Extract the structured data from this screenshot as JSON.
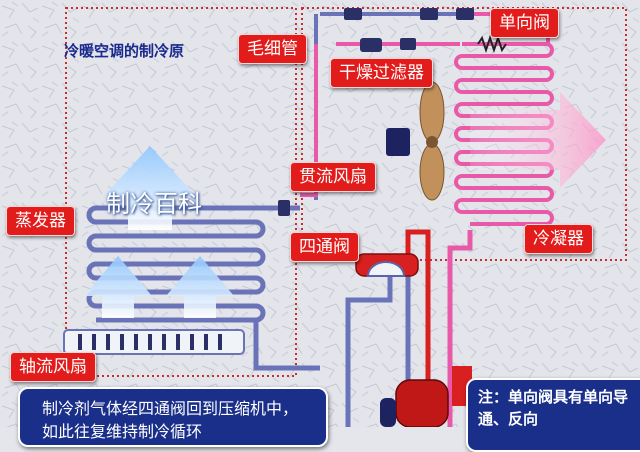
{
  "title": "冷暖空调的制冷原",
  "watermark": "制冷百科",
  "labels": {
    "capillary": "毛细管",
    "check_valve": "单向阀",
    "dryer": "干燥过滤器",
    "crossflow_fan": "贯流风扇",
    "evaporator": "蒸发器",
    "four_way_valve": "四通阀",
    "condenser": "冷凝器",
    "axial_fan": "轴流风扇"
  },
  "bottom_text": "制冷剂气体经四通阀回到压缩机中，如此往复维持制冷循环",
  "note_text": "注：单向阀具有单向导通、反向",
  "colors": {
    "label_bg": "#e21b1b",
    "box_bg": "#1a2f8a",
    "pipe_pink": "#e85aa8",
    "pipe_blue": "#6a73b8",
    "pipe_red": "#d92020",
    "frame_red": "#c43030"
  }
}
